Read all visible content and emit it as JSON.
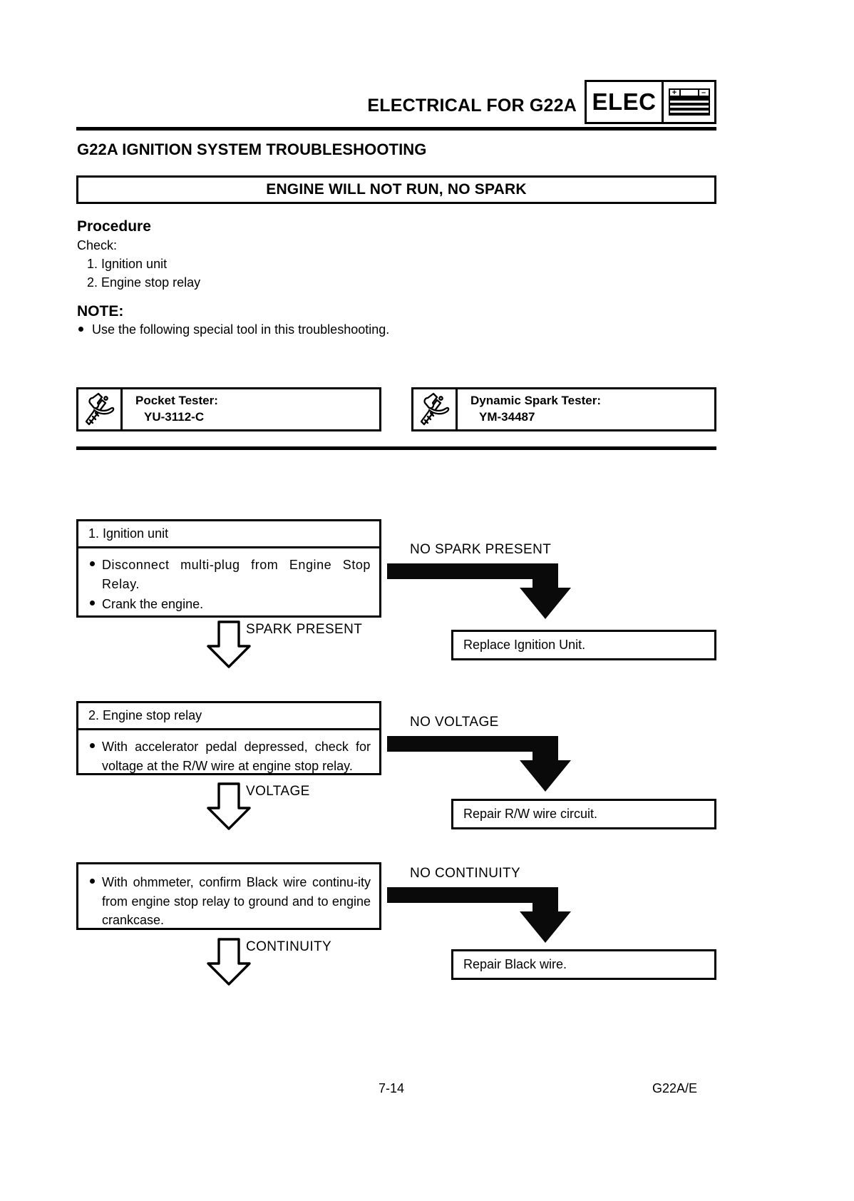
{
  "header": {
    "title": "ELECTRICAL FOR G22A",
    "tab_label": "ELEC",
    "battery_plus": "+",
    "battery_minus": "–"
  },
  "section": {
    "title": "G22A IGNITION SYSTEM TROUBLESHOOTING",
    "banner": "ENGINE WILL NOT RUN, NO SPARK"
  },
  "procedure": {
    "heading": "Procedure",
    "check_label": "Check:",
    "items": [
      "1.  Ignition unit",
      "2.  Engine stop relay"
    ],
    "note_heading": "NOTE:",
    "note_text": "Use the following special tool in this troubleshooting."
  },
  "tools": [
    {
      "name": "Pocket Tester:",
      "part": "YU-3112-C"
    },
    {
      "name": "Dynamic Spark Tester:",
      "part": "YM-34487"
    }
  ],
  "flow": {
    "step1": {
      "title": "1.  Ignition unit",
      "bullets": [
        "Disconnect multi-plug from Engine Stop Relay.",
        "Crank the engine."
      ],
      "yes_label": "SPARK PRESENT",
      "no_label": "NO SPARK PRESENT",
      "result": "Replace Ignition Unit."
    },
    "step2": {
      "title": "2.  Engine stop relay",
      "bullets": [
        "With accelerator pedal depressed, check for voltage at the R/W wire at engine stop relay."
      ],
      "yes_label": "VOLTAGE",
      "no_label": "NO VOLTAGE",
      "result": "Repair R/W wire circuit."
    },
    "step3": {
      "bullets": [
        "With ohmmeter, confirm Black wire continu-ity from engine stop relay to ground and to engine crankcase."
      ],
      "yes_label": "CONTINUITY",
      "no_label": "NO CONTINUITY",
      "result": "Repair Black wire."
    }
  },
  "footer": {
    "page_number": "7-14",
    "doc_code": "G22A/E"
  }
}
